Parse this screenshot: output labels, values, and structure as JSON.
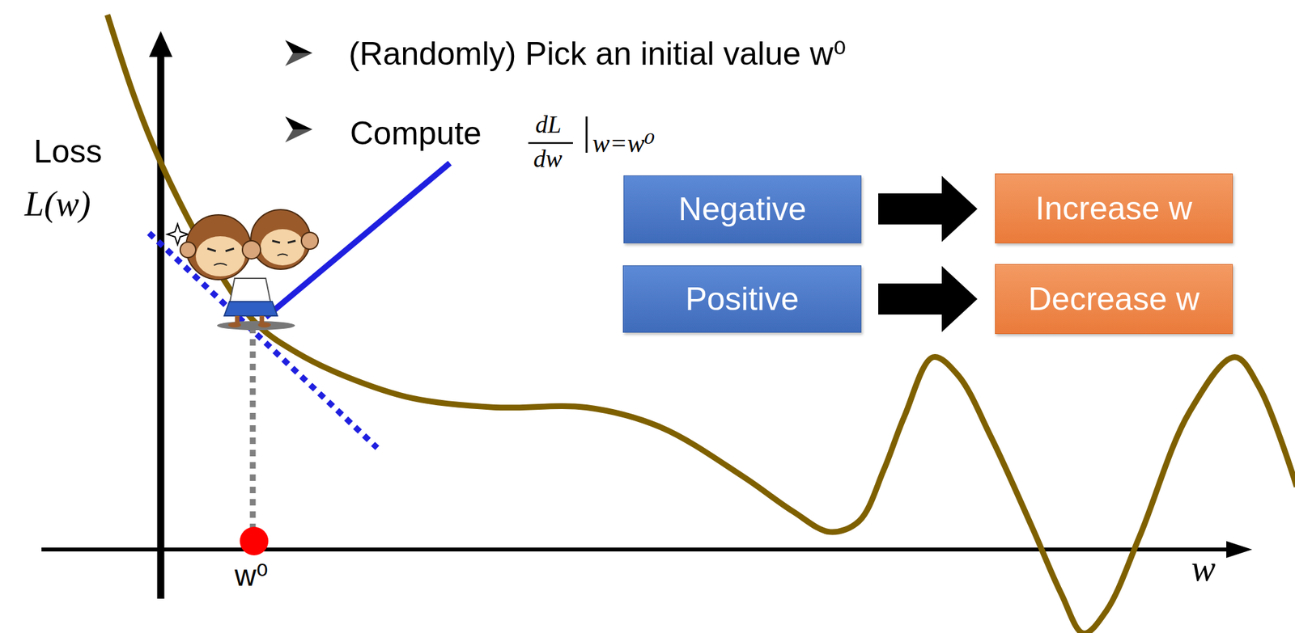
{
  "diagram": {
    "nodes": [
      {
        "text": [
          "Negative"
        ]
      },
      {
        "text": [
          "Increase w"
        ]
      },
      {
        "text": [
          "Positive"
        ]
      },
      {
        "text": [
          "Decrease w"
        ]
      }
    ],
    "edges": [
      {
        "from": 0,
        "to": 1,
        "arrow": "to"
      },
      {
        "from": 2,
        "to": 3,
        "arrow": "to"
      }
    ],
    "labels": [
      "(Randomly) Pick an initial value w⁰",
      "Compute",
      "dL",
      "dw",
      "w=w⁰",
      "Loss",
      "L(w)",
      "w⁰",
      "w"
    ]
  }
}
